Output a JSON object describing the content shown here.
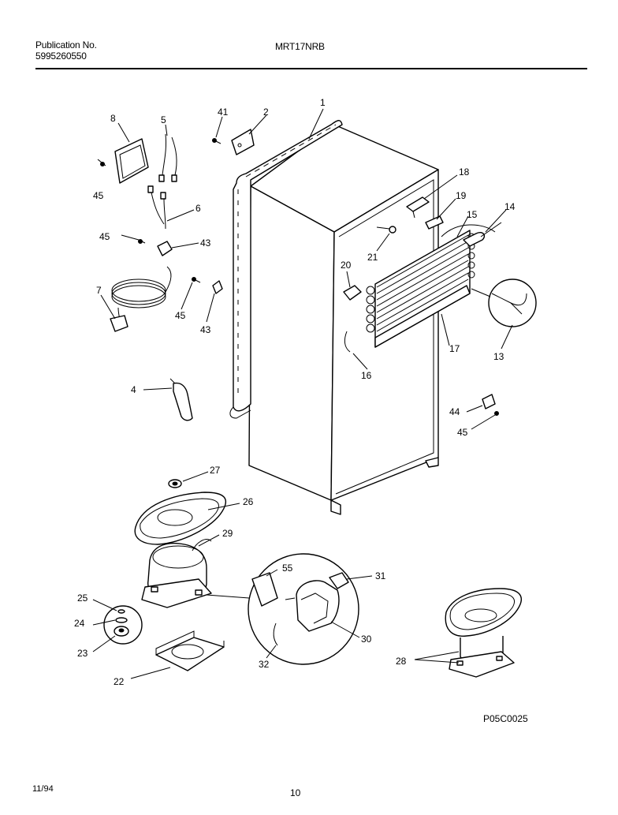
{
  "header": {
    "publication_label": "Publication No.",
    "publication_number": "5995260550",
    "model": "MRT17NRB"
  },
  "footer": {
    "figure_code": "P05C0025",
    "date": "11/94",
    "page_number": "10"
  },
  "callouts": [
    "1",
    "2",
    "4",
    "5",
    "6",
    "7",
    "8",
    "13",
    "14",
    "15",
    "16",
    "17",
    "18",
    "19",
    "20",
    "21",
    "22",
    "23",
    "24",
    "25",
    "26",
    "27",
    "28",
    "29",
    "30",
    "31",
    "32",
    "41",
    "43",
    "43",
    "44",
    "45",
    "45",
    "45",
    "45",
    "55"
  ]
}
